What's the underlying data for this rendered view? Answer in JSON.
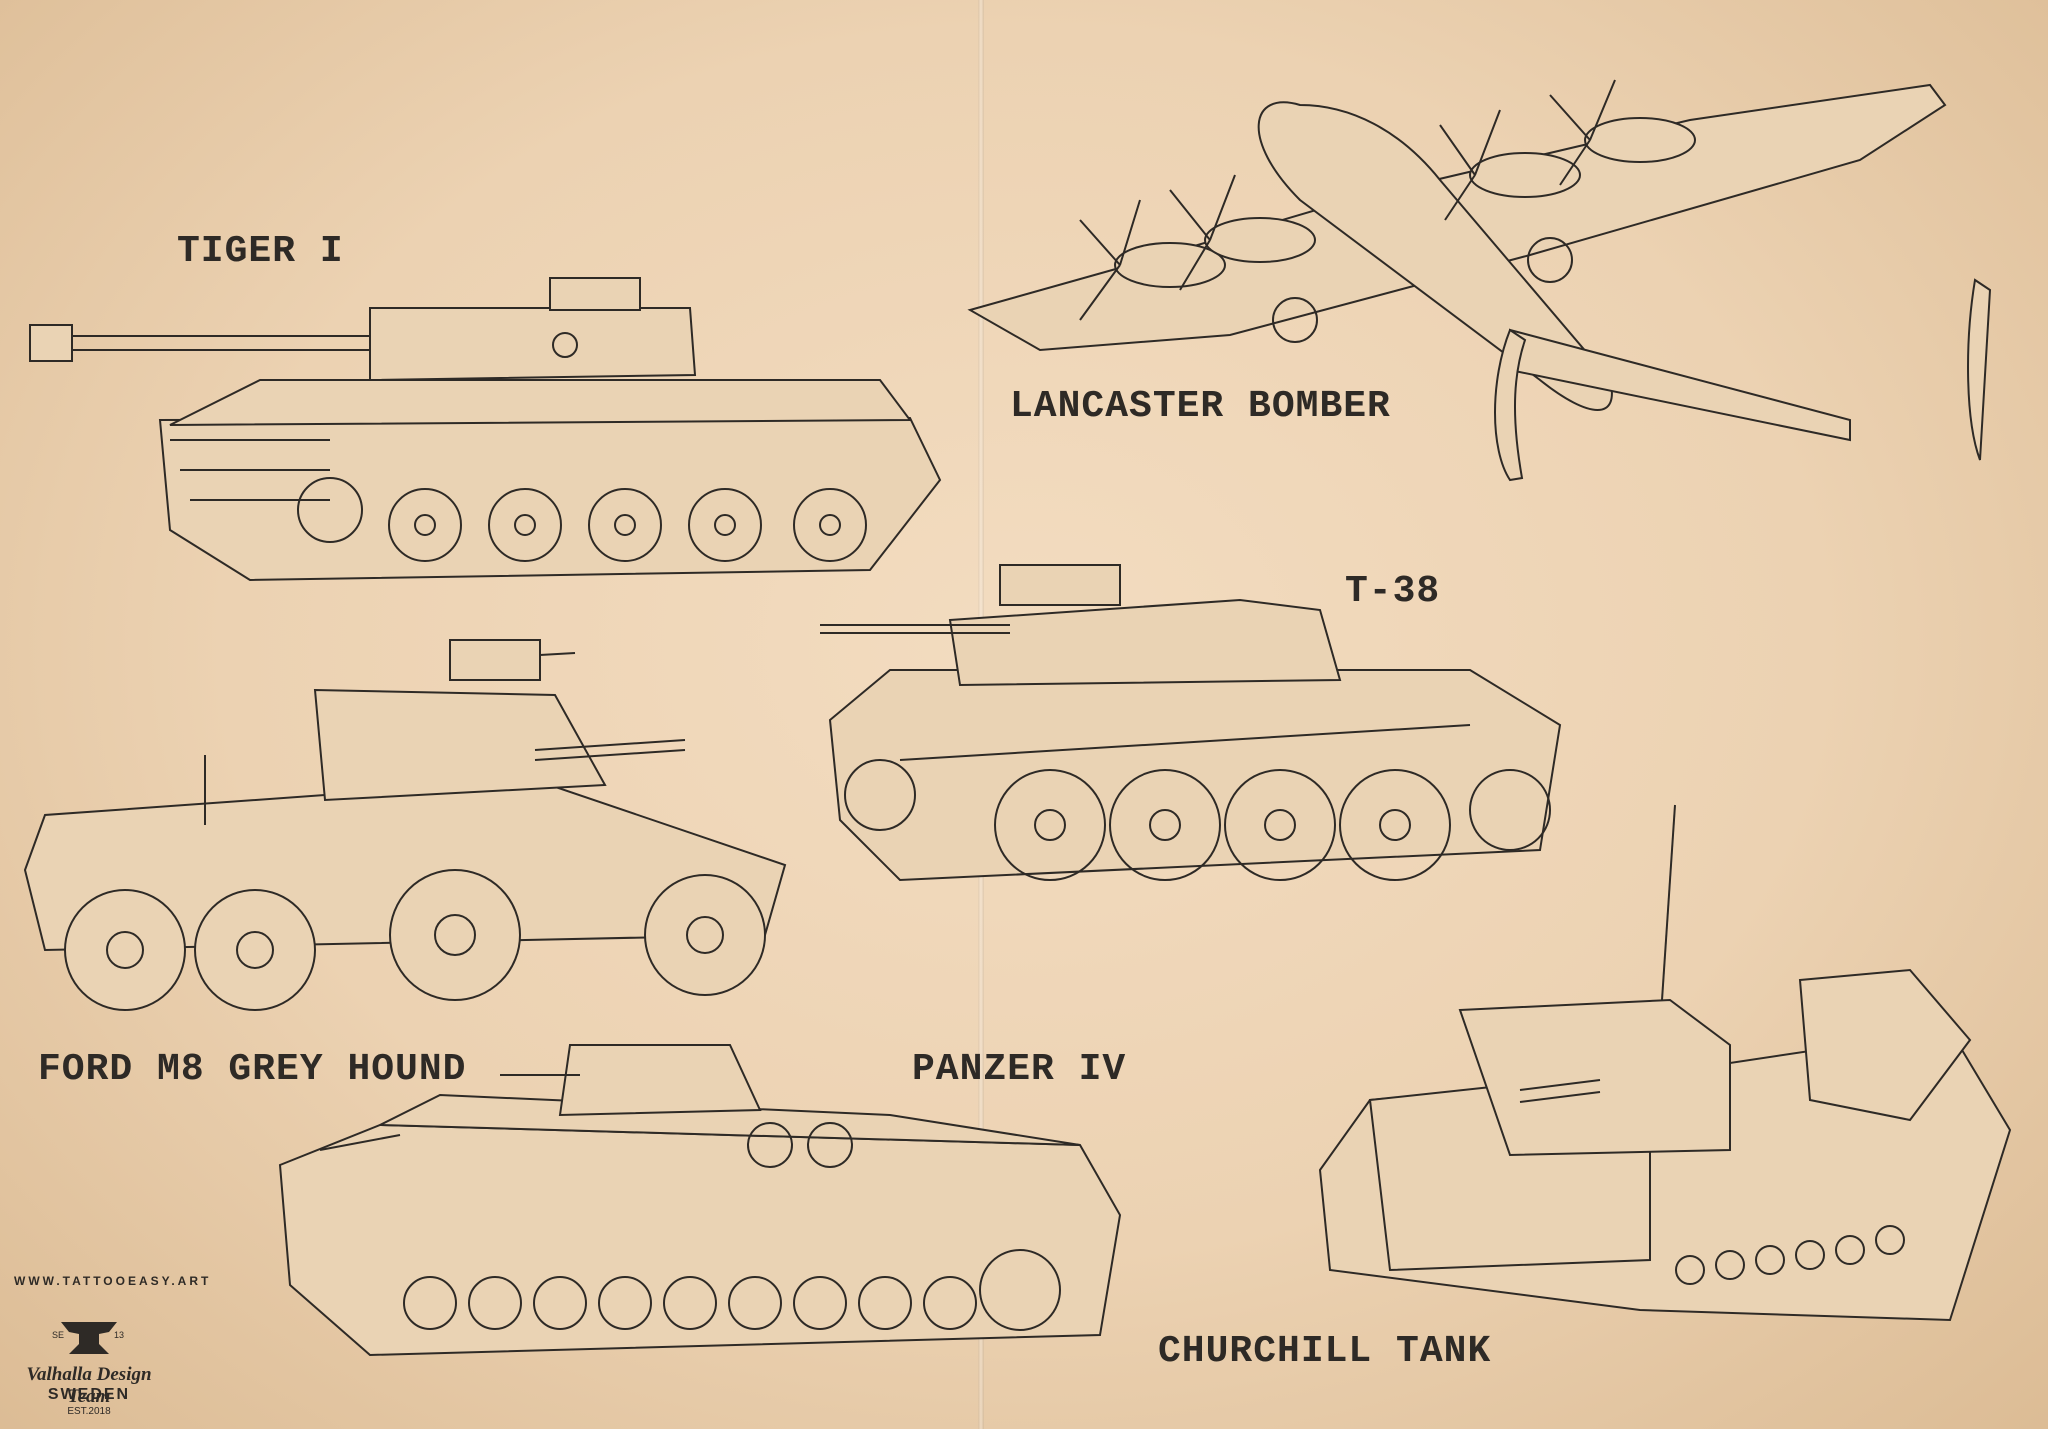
{
  "labels": {
    "tiger": "TIGER I",
    "lancaster": "LANCASTER BOMBER",
    "t38": "T-38",
    "ford": "FORD M8 GREY HOUND",
    "panzer": "PANZER IV",
    "churchill": "CHURCHILL TANK"
  },
  "logo": {
    "url": "WWW.TATTOOEASY.ART",
    "left_mark": "SE",
    "right_mark": "13",
    "team": "Valhalla Design Team",
    "country": "SWEDEN",
    "est": "EST.2018"
  },
  "colors": {
    "paper": "#ecd2b2",
    "ink": "#2e2a26"
  }
}
